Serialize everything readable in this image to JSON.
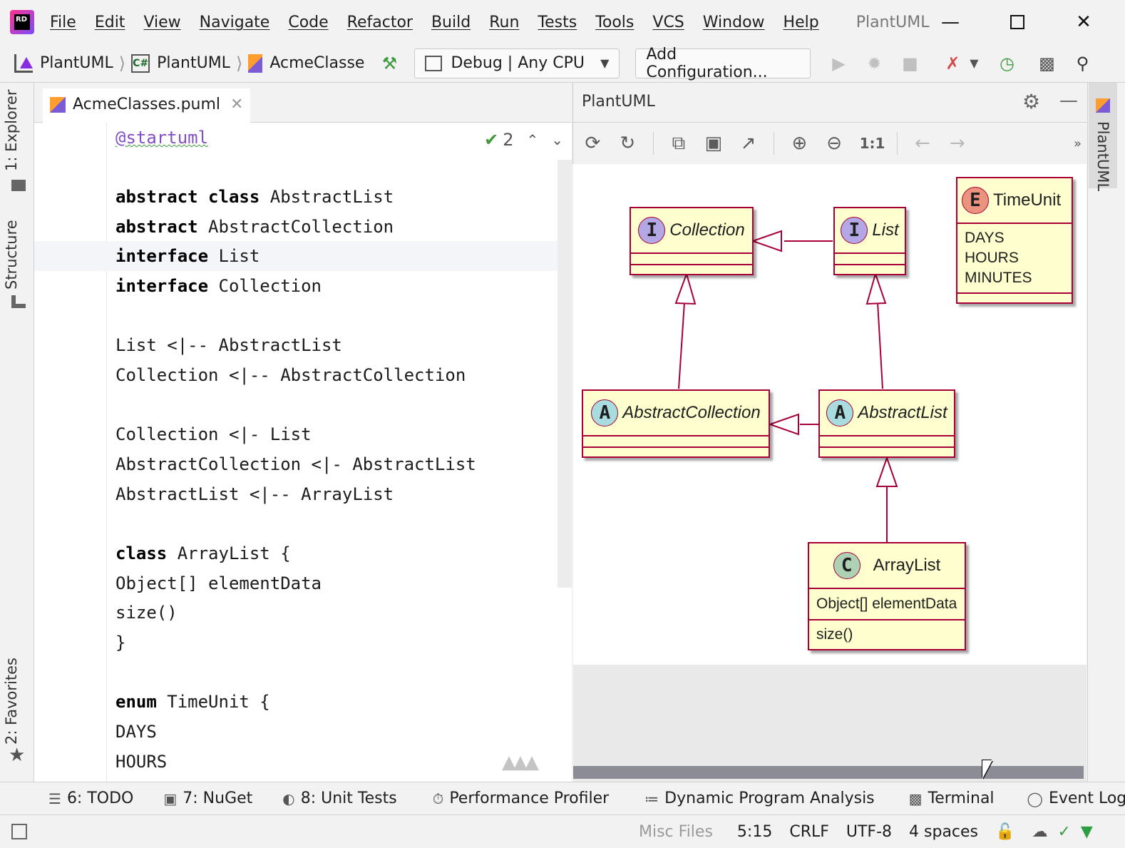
{
  "app": {
    "logo_text": "RD",
    "window_title": "PlantUML"
  },
  "menu": [
    "File",
    "Edit",
    "View",
    "Navigate",
    "Code",
    "Refactor",
    "Build",
    "Run",
    "Tests",
    "Tools",
    "VCS",
    "Window",
    "Help"
  ],
  "breadcrumbs": [
    "PlantUML",
    "PlantUML",
    "AcmeClasse"
  ],
  "run_config": {
    "selected": "Debug | Any CPU",
    "add_label": "Add Configuration..."
  },
  "left_tabs": {
    "explorer": "1: Explorer",
    "structure": "Structure",
    "favorites": "2: Favorites"
  },
  "editor": {
    "tab_label": "AcmeClasses.puml",
    "inspection_count": "2",
    "lines": {
      "l1": "@startuml",
      "l3_kw": "abstract class",
      "l3_rest": " AbstractList",
      "l4_kw": "abstract",
      "l4_rest": " AbstractCollection",
      "l5_kw": "interface",
      "l5_rest": " List",
      "l6_kw": "interface",
      "l6_rest": " Collection",
      "l8": "List <|-- AbstractList",
      "l9": "Collection <|-- AbstractCollection",
      "l11": "Collection <|- List",
      "l12": "AbstractCollection <|- AbstractList",
      "l13": "AbstractList <|-- ArrayList",
      "l15_kw": "class",
      "l15_rest": " ArrayList {",
      "l16": "Object[] elementData",
      "l17": "size()",
      "l18": "}",
      "l20_kw": "enum",
      "l20_rest": " TimeUnit {",
      "l21": "DAYS",
      "l22": "HOURS"
    }
  },
  "plantuml_panel": {
    "title": "PlantUML",
    "side_tab": "PlantUML",
    "zoom_actual": "1:1"
  },
  "diagram": {
    "collection": {
      "stereotype": "I",
      "name": "Collection"
    },
    "list": {
      "stereotype": "I",
      "name": "List"
    },
    "timeunit": {
      "stereotype": "E",
      "name": "TimeUnit",
      "values": [
        "DAYS",
        "HOURS",
        "MINUTES"
      ]
    },
    "abstract_collection": {
      "stereotype": "A",
      "name": "AbstractCollection"
    },
    "abstract_list": {
      "stereotype": "A",
      "name": "AbstractList"
    },
    "arraylist": {
      "stereotype": "C",
      "name": "ArrayList",
      "field": "Object[] elementData",
      "method": "size()"
    }
  },
  "colors": {
    "uml_fill": "#fefece",
    "uml_border": "#a80036",
    "interface_badge": "#b4a7e5",
    "abstract_badge": "#a9dcdf",
    "class_badge": "#add1b2",
    "enum_badge": "#eb937f"
  },
  "tool_tabs": [
    "6: TODO",
    "7: NuGet",
    "8: Unit Tests",
    "Performance Profiler",
    "Dynamic Program Analysis",
    "Terminal",
    "Event Log"
  ],
  "status": {
    "context": "Misc Files",
    "position": "5:15",
    "line_sep": "CRLF",
    "encoding": "UTF-8",
    "indent": "4 spaces"
  }
}
